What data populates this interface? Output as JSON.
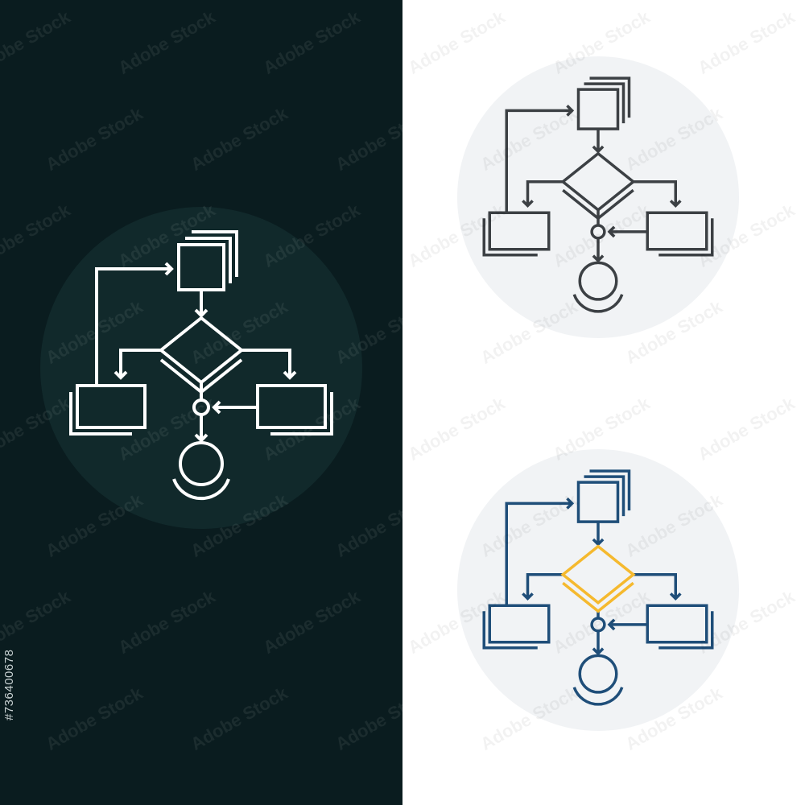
{
  "stock_id": "#736400678",
  "watermark_text": "Adobe Stock",
  "colors": {
    "dark_background": "#0a1c1f",
    "dark_circle": "#11292b",
    "dark_icon_stroke": "#ffffff",
    "light_circle": "#f1f3f5",
    "gray_icon_stroke": "#3c4044",
    "blue_icon_stroke": "#1f4e79",
    "accent_diamond": "#f5b92e"
  },
  "icons": [
    {
      "variant": "white-outline-on-dark",
      "icon_name": "flowchart-icon"
    },
    {
      "variant": "gray-outline",
      "icon_name": "flowchart-icon"
    },
    {
      "variant": "blue-outline-with-yellow-accent",
      "icon_name": "flowchart-icon"
    }
  ]
}
